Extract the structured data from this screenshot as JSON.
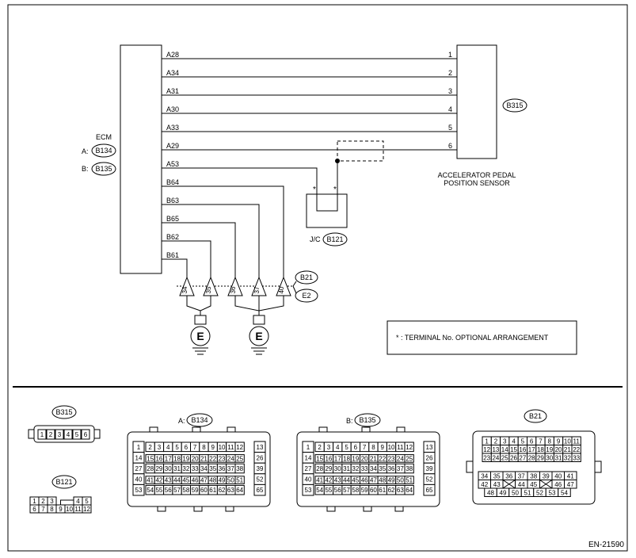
{
  "ecm": {
    "label": "ECM",
    "conn_a_prefix": "A:",
    "conn_a": "B134",
    "conn_b_prefix": "B:",
    "conn_b": "B135"
  },
  "wires": [
    {
      "ecm_pin": "A28",
      "sensor_pin": "1"
    },
    {
      "ecm_pin": "A34",
      "sensor_pin": "2"
    },
    {
      "ecm_pin": "A31",
      "sensor_pin": "3"
    },
    {
      "ecm_pin": "A30",
      "sensor_pin": "4"
    },
    {
      "ecm_pin": "A33",
      "sensor_pin": "5"
    },
    {
      "ecm_pin": "A29",
      "sensor_pin": "6"
    }
  ],
  "lower_pins": [
    "A53",
    "B64",
    "B63",
    "B65",
    "B62",
    "B61"
  ],
  "sensor": {
    "connector": "B315",
    "label_line1": "ACCELERATOR PEDAL",
    "label_line2": "POSITION SENSOR"
  },
  "jc": {
    "prefix": "J/C",
    "connector": "B121",
    "star": "*"
  },
  "grounds": {
    "pins": [
      "34",
      "35",
      "36",
      "37",
      "40"
    ],
    "conn1": "B21",
    "conn2": "E2",
    "ground_symbol": "E"
  },
  "legend": {
    "text": "* : TERMINAL No. OPTIONAL ARRANGEMENT"
  },
  "conn_views": {
    "b315": {
      "name": "B315",
      "pins": [
        "1",
        "2",
        "3",
        "4",
        "5",
        "6"
      ]
    },
    "b121": {
      "name": "B121",
      "row1": [
        "1",
        "2",
        "3",
        "4",
        "5"
      ],
      "row2": [
        "6",
        "7",
        "8",
        "9",
        "10",
        "11",
        "12"
      ]
    },
    "b134": {
      "prefix": "A:",
      "name": "B134"
    },
    "b135": {
      "prefix": "B:",
      "name": "B135"
    },
    "b21": {
      "name": "B21"
    }
  },
  "figure_id": "EN-21590"
}
